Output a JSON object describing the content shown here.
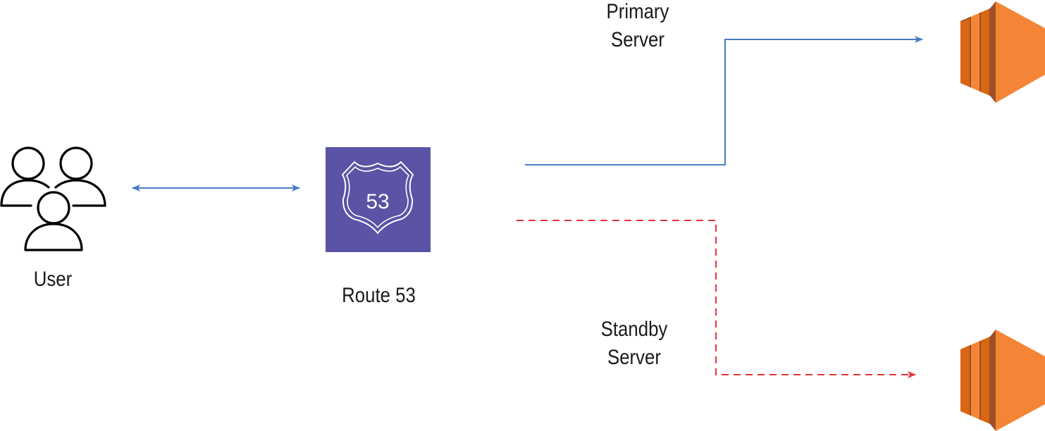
{
  "nodes": {
    "user": {
      "label": "User"
    },
    "route53": {
      "label": "Route 53",
      "badge_number": "53",
      "color": "#5A53A6"
    },
    "primary_server": {
      "label_line1": "Primary",
      "label_line2": "Server"
    },
    "standby_server": {
      "label_line1": "Standby",
      "label_line2": "Server"
    }
  },
  "edges": [
    {
      "from": "user",
      "to": "route53",
      "style": "solid",
      "direction": "both",
      "color": "#4A7BC4"
    },
    {
      "from": "route53",
      "to": "primary_server",
      "style": "solid",
      "direction": "forward",
      "color": "#4A7BC4"
    },
    {
      "from": "route53",
      "to": "standby_server",
      "style": "dashed",
      "direction": "forward",
      "color": "#E8333A"
    }
  ],
  "colors": {
    "ec2_orange": "#F58536",
    "ec2_dark": "#9D5025",
    "ec2_mid": "#D86613",
    "primary_link": "#4A7BC4",
    "standby_link": "#E8333A",
    "route53_purple": "#5A53A6"
  }
}
